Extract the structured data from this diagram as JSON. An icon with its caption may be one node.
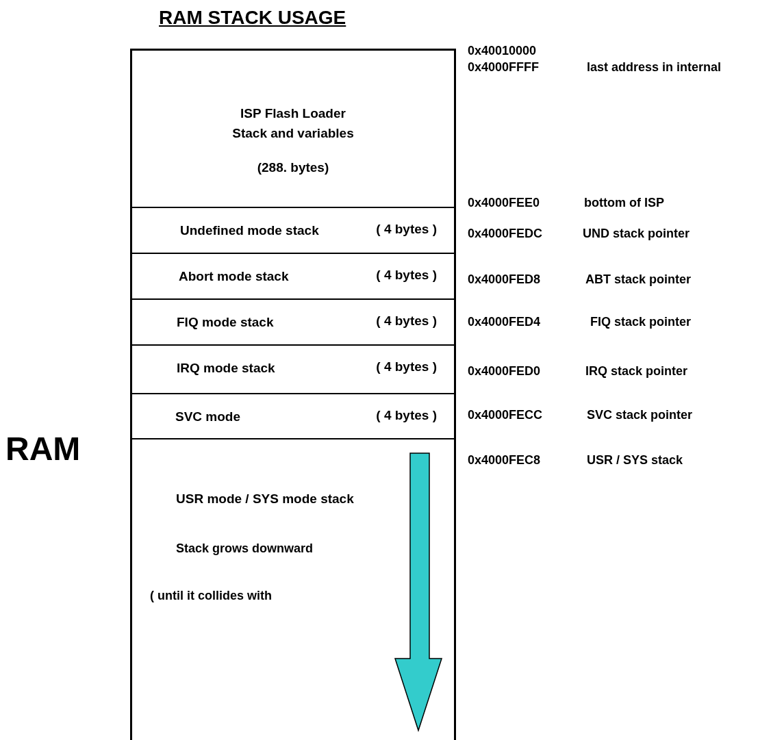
{
  "diagram": {
    "title": "RAM STACK USAGE",
    "nodes": [
      {
        "text": [
          "ISP Flash Loader Stack and variables",
          "(288. bytes)"
        ]
      },
      {
        "text": [
          "Undefined mode stack",
          "( 4 bytes )"
        ]
      },
      {
        "text": [
          "Abort mode stack",
          "( 4 bytes )"
        ]
      },
      {
        "text": [
          "FIQ mode stack",
          "( 4 bytes )"
        ]
      },
      {
        "text": [
          "IRQ mode stack",
          "( 4 bytes )"
        ]
      },
      {
        "text": [
          "SVC mode",
          "( 4 bytes )"
        ]
      },
      {
        "text": [
          "USR mode / SYS mode stack"
        ]
      }
    ],
    "labels": [
      "0x40010000",
      "0x4000FFFF",
      "last address in internal",
      "0x4000FEE0",
      "bottom of ISP",
      "0x4000FEDC",
      "UND stack pointer",
      "0x4000FED8",
      "ABT stack pointer",
      "0x4000FED4",
      "FIQ stack pointer",
      "0x4000FED0",
      "IRQ stack pointer",
      "0x4000FECC",
      "SVC stack pointer",
      "RAM",
      "0x4000FEC8",
      "USR / SYS stack",
      "Stack grows downward",
      "( until it collides with"
    ]
  }
}
